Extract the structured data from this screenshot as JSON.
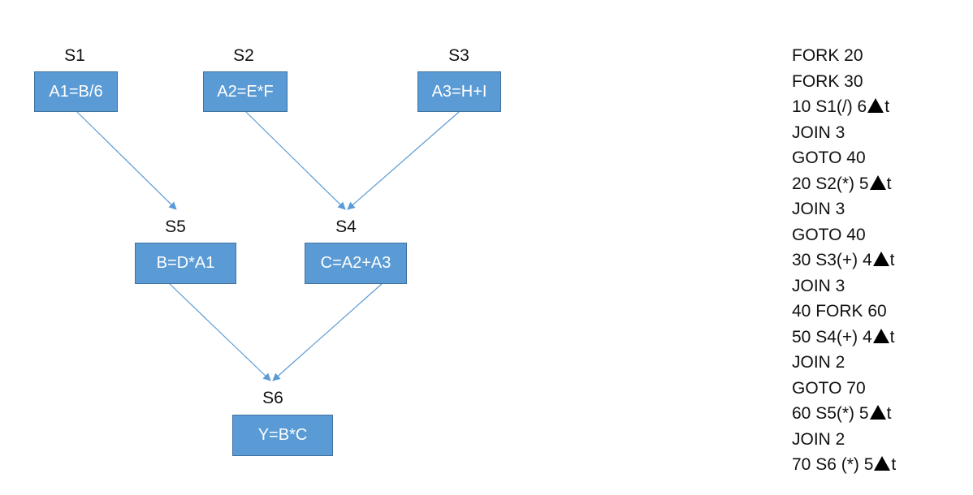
{
  "diagram": {
    "nodes": [
      {
        "id": "s1",
        "label": "S1",
        "expr": "A1=B/6"
      },
      {
        "id": "s2",
        "label": "S2",
        "expr": "A2=E*F"
      },
      {
        "id": "s3",
        "label": "S3",
        "expr": "A3=H+I"
      },
      {
        "id": "s5",
        "label": "S5",
        "expr": "B=D*A1"
      },
      {
        "id": "s4",
        "label": "S4",
        "expr": "C=A2+A3"
      },
      {
        "id": "s6",
        "label": "S6",
        "expr": "Y=B*C"
      }
    ],
    "edges": [
      {
        "from": "S1",
        "to": "S5"
      },
      {
        "from": "S2",
        "to": "S4"
      },
      {
        "from": "S3",
        "to": "S4"
      },
      {
        "from": "S5",
        "to": "S6"
      },
      {
        "from": "S4",
        "to": "S6"
      }
    ],
    "colors": {
      "box_fill": "#5b9bd5",
      "box_border": "#41719c",
      "edge": "#5b9bd5"
    }
  },
  "program": {
    "lines": [
      {
        "text": "FORK 20",
        "suffix": "",
        "has_triangle": false
      },
      {
        "text": "FORK 30",
        "suffix": "",
        "has_triangle": false
      },
      {
        "text": "10 S1(/) 6",
        "suffix": "t",
        "has_triangle": true
      },
      {
        "text": "JOIN 3",
        "suffix": "",
        "has_triangle": false
      },
      {
        "text": "GOTO 40",
        "suffix": "",
        "has_triangle": false
      },
      {
        "text": "20 S2(*) 5",
        "suffix": "t",
        "has_triangle": true
      },
      {
        "text": "JOIN 3",
        "suffix": "",
        "has_triangle": false
      },
      {
        "text": "GOTO 40",
        "suffix": "",
        "has_triangle": false
      },
      {
        "text": "30 S3(+) 4",
        "suffix": "t",
        "has_triangle": true
      },
      {
        "text": "JOIN 3",
        "suffix": "",
        "has_triangle": false
      },
      {
        "text": "40 FORK 60",
        "suffix": "",
        "has_triangle": false
      },
      {
        "text": "50 S4(+) 4",
        "suffix": "t",
        "has_triangle": true
      },
      {
        "text": "JOIN 2",
        "suffix": "",
        "has_triangle": false
      },
      {
        "text": "GOTO 70",
        "suffix": "",
        "has_triangle": false
      },
      {
        "text": "60 S5(*) 5",
        "suffix": "t",
        "has_triangle": true
      },
      {
        "text": "JOIN 2",
        "suffix": "",
        "has_triangle": false
      },
      {
        "text": "70 S6 (*) 5",
        "suffix": "t",
        "has_triangle": true
      }
    ]
  }
}
